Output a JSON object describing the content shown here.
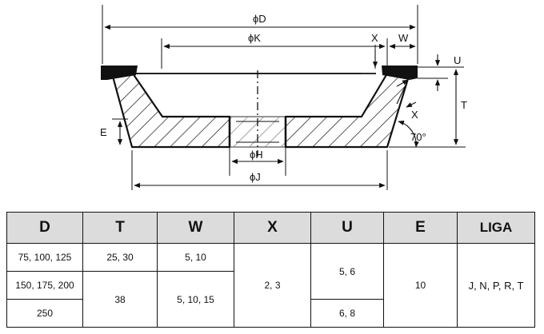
{
  "diagram": {
    "dimension_labels": {
      "D": "ϕD",
      "K": "ϕK",
      "H": "ϕH",
      "J": "ϕJ",
      "X_top": "X",
      "X_side": "X",
      "W": "W",
      "U": "U",
      "T": "T",
      "E": "E",
      "angle": "70°"
    }
  },
  "table": {
    "headers": [
      "D",
      "T",
      "W",
      "X",
      "U",
      "E",
      "LIGA"
    ],
    "cells": {
      "d_row1": "75, 100, 125",
      "d_row2": "150, 175, 200",
      "d_row3": "250",
      "t_row1": "25, 30",
      "t_row23": "38",
      "w_row1": "5, 10",
      "w_row23": "5, 10, 15",
      "x_all": "2, 3",
      "u_row12": "5, 6",
      "u_row3": "6, 8",
      "e_all": "10",
      "liga_all": "J, N, P, R, T"
    }
  }
}
